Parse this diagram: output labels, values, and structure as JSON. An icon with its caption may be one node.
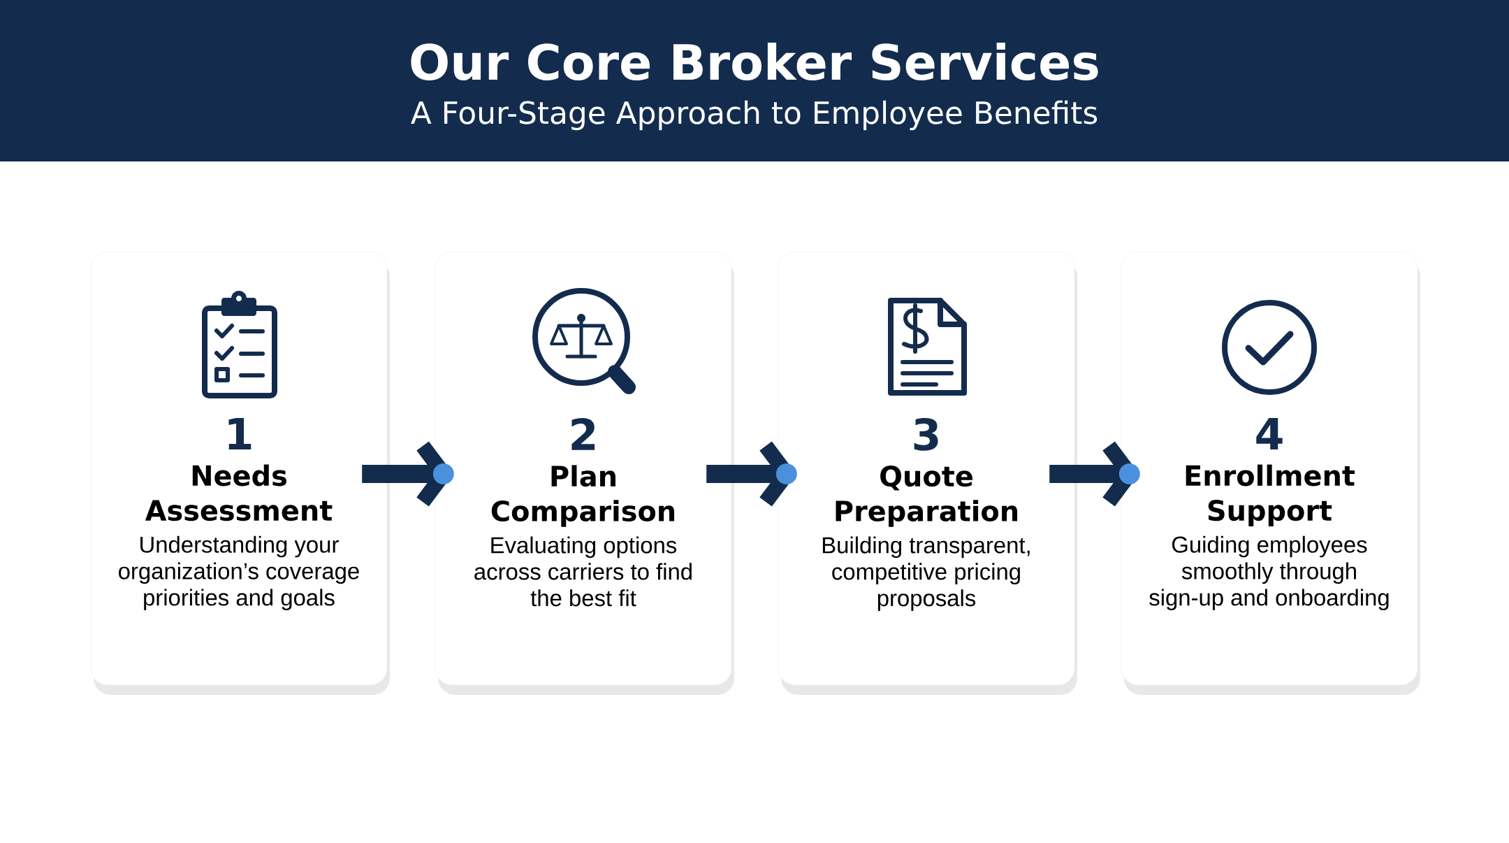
{
  "diagram": {
    "title": "Our Core Broker Services",
    "nodes": [
      {
        "text": [
          "1",
          "Needs Assessment",
          "Understanding your organization’s coverage priorities and goals"
        ]
      },
      {
        "text": [
          "2",
          "Plan Comparison",
          "Evaluating options across carriers to find the best fit"
        ]
      },
      {
        "text": [
          "3",
          "Quote Preparation",
          "Building transparent, competitive pricing proposals"
        ]
      },
      {
        "text": [
          "4",
          "Enrollment Support",
          "Guiding employees smoothly through sign-up and onboarding"
        ]
      }
    ],
    "edges": [
      {
        "from": 0,
        "to": 1,
        "arrow": "to"
      },
      {
        "from": 1,
        "to": 2,
        "arrow": "to"
      },
      {
        "from": 2,
        "to": 3,
        "arrow": "to"
      }
    ],
    "labels": [
      "A Four-Stage Approach to Employee Benefits"
    ]
  }
}
